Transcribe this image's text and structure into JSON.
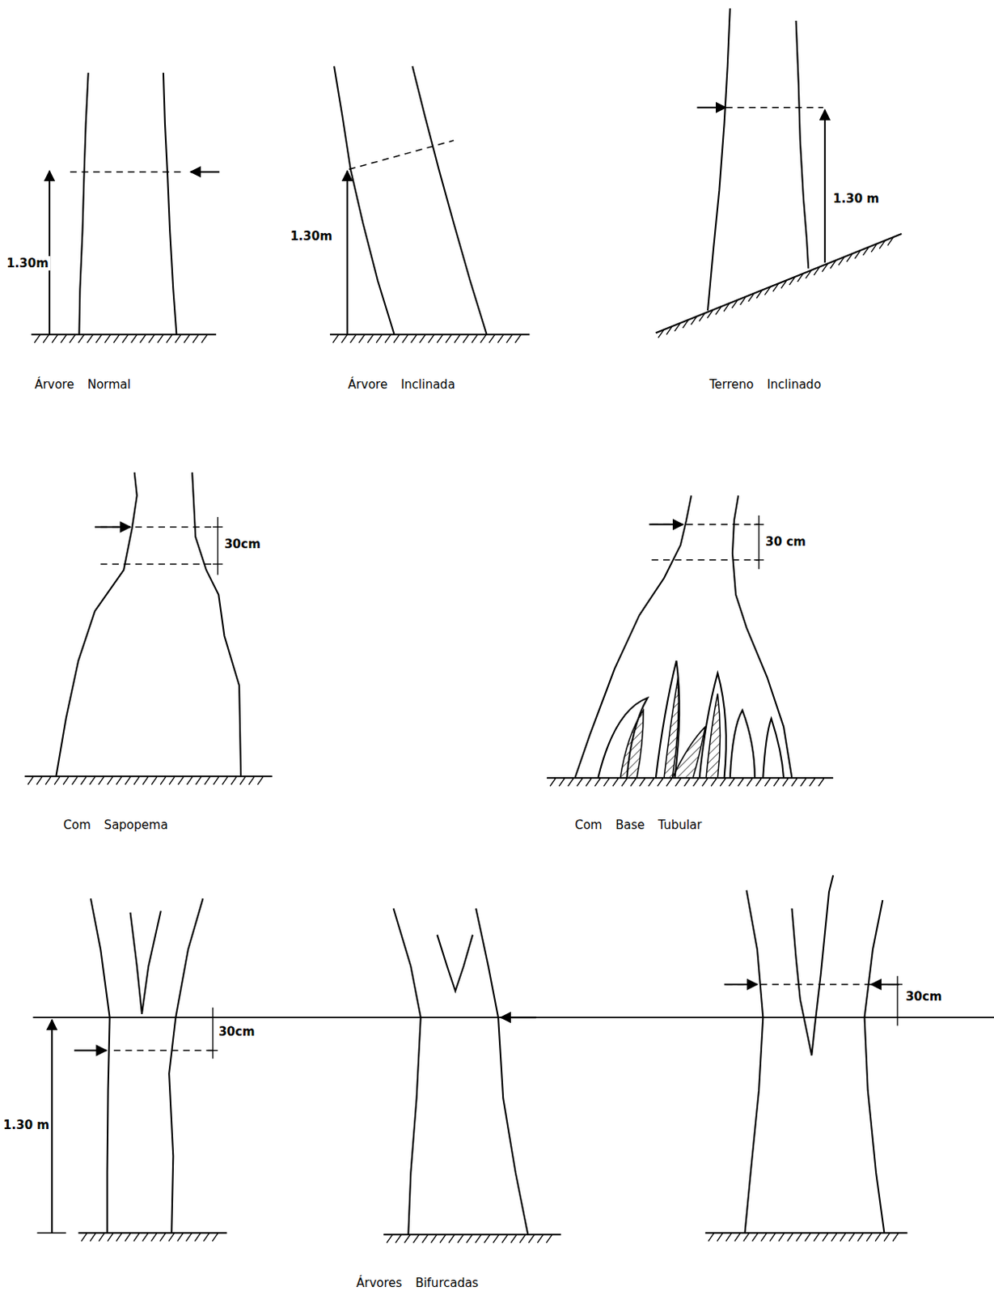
{
  "diagram": {
    "labels": [
      "1.30m",
      "Árvore Normal",
      "1.30m",
      "Árvore Inclinada",
      "1.30 m",
      "Terreno Inclinado",
      "30cm",
      "Com Sapopema",
      "30 cm",
      "Com Base Tubular",
      "1.30 m",
      "30cm",
      "30cm",
      "Árvores Bifurcadas"
    ]
  }
}
